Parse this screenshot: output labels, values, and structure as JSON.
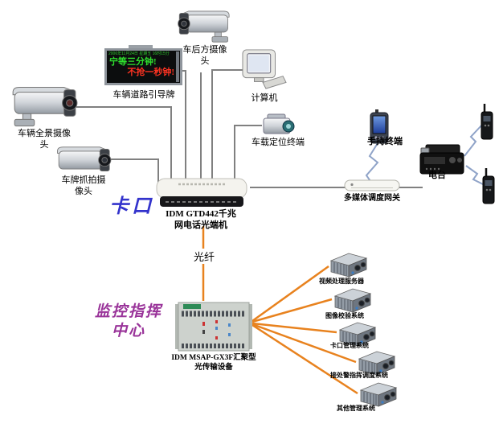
{
  "labels": {
    "rear_camera": "车后方摄像\n头",
    "road_sign": "车辆道路引导牌",
    "computer": "计算机",
    "panorama_camera": "车辆全景摄像\n头",
    "plate_camera": "车牌抓拍摄\n像头",
    "positioning_terminal": "车载定位终端",
    "handheld_terminal": "手持终端",
    "radio": "电台",
    "gateway": "多媒体调度网关",
    "checkpoint": "卡口",
    "optical_terminal": "IDM GTD442千兆\n网电话光端机",
    "fiber": "光纤",
    "command_center": "监控指挥\n中心",
    "transmission_device": "IDM MSAP-GX3F汇聚型\n光传输设备"
  },
  "sign": {
    "datetime": "2006年11月24日 星期五 16时15分",
    "line1": "宁等三分钟!",
    "line2": "不抢一秒钟!"
  },
  "servers": [
    {
      "label": "视频处理服务器"
    },
    {
      "label": "图像校验系统"
    },
    {
      "label": "卡口管理系统"
    },
    {
      "label": "接处警指挥调度系统"
    },
    {
      "label": "其他管理系统"
    }
  ],
  "colors": {
    "checkpoint_text": "#3333cc",
    "command_center_text": "#993399",
    "fiber_line": "#e8821e",
    "wire": "#808080",
    "wireless_link": "#8fa3c8",
    "led_green": "#2ee02e",
    "led_red": "#ff3322",
    "sign_frame": "#8f959c"
  }
}
